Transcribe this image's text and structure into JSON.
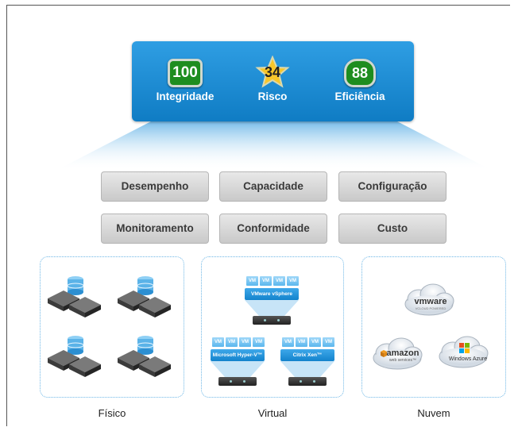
{
  "metrics": [
    {
      "value": "100",
      "label": "Integridade",
      "icon": "health-badge-icon"
    },
    {
      "value": "34",
      "label": "Risco",
      "icon": "risk-star-icon"
    },
    {
      "value": "88",
      "label": "Eficiência",
      "icon": "efficiency-shield-icon"
    }
  ],
  "categories_row1": [
    "Desempenho",
    "Capacidade",
    "Configuração"
  ],
  "categories_row2": [
    "Monitoramento",
    "Conformidade",
    "Custo"
  ],
  "zones": {
    "physical": "Físico",
    "virtual": "Virtual",
    "cloud": "Nuvem"
  },
  "virtual": {
    "vm_label": "VM",
    "vsphere": "VMware vSphere",
    "hyperv": "Microsoft Hyper-V™",
    "xen": "Citrix Xen™"
  },
  "cloud": {
    "vmware": "vmware",
    "vmware_sub": "VCLOUD POWERED",
    "amazon": "amazon",
    "amazon_sub": "web services™",
    "azure": "Windows Azure"
  },
  "colors": {
    "panel": "#1a87d0",
    "badge_green": "#1e8d1f",
    "star_yellow": "#f7c62a",
    "zone_border": "#6fb7e6"
  }
}
